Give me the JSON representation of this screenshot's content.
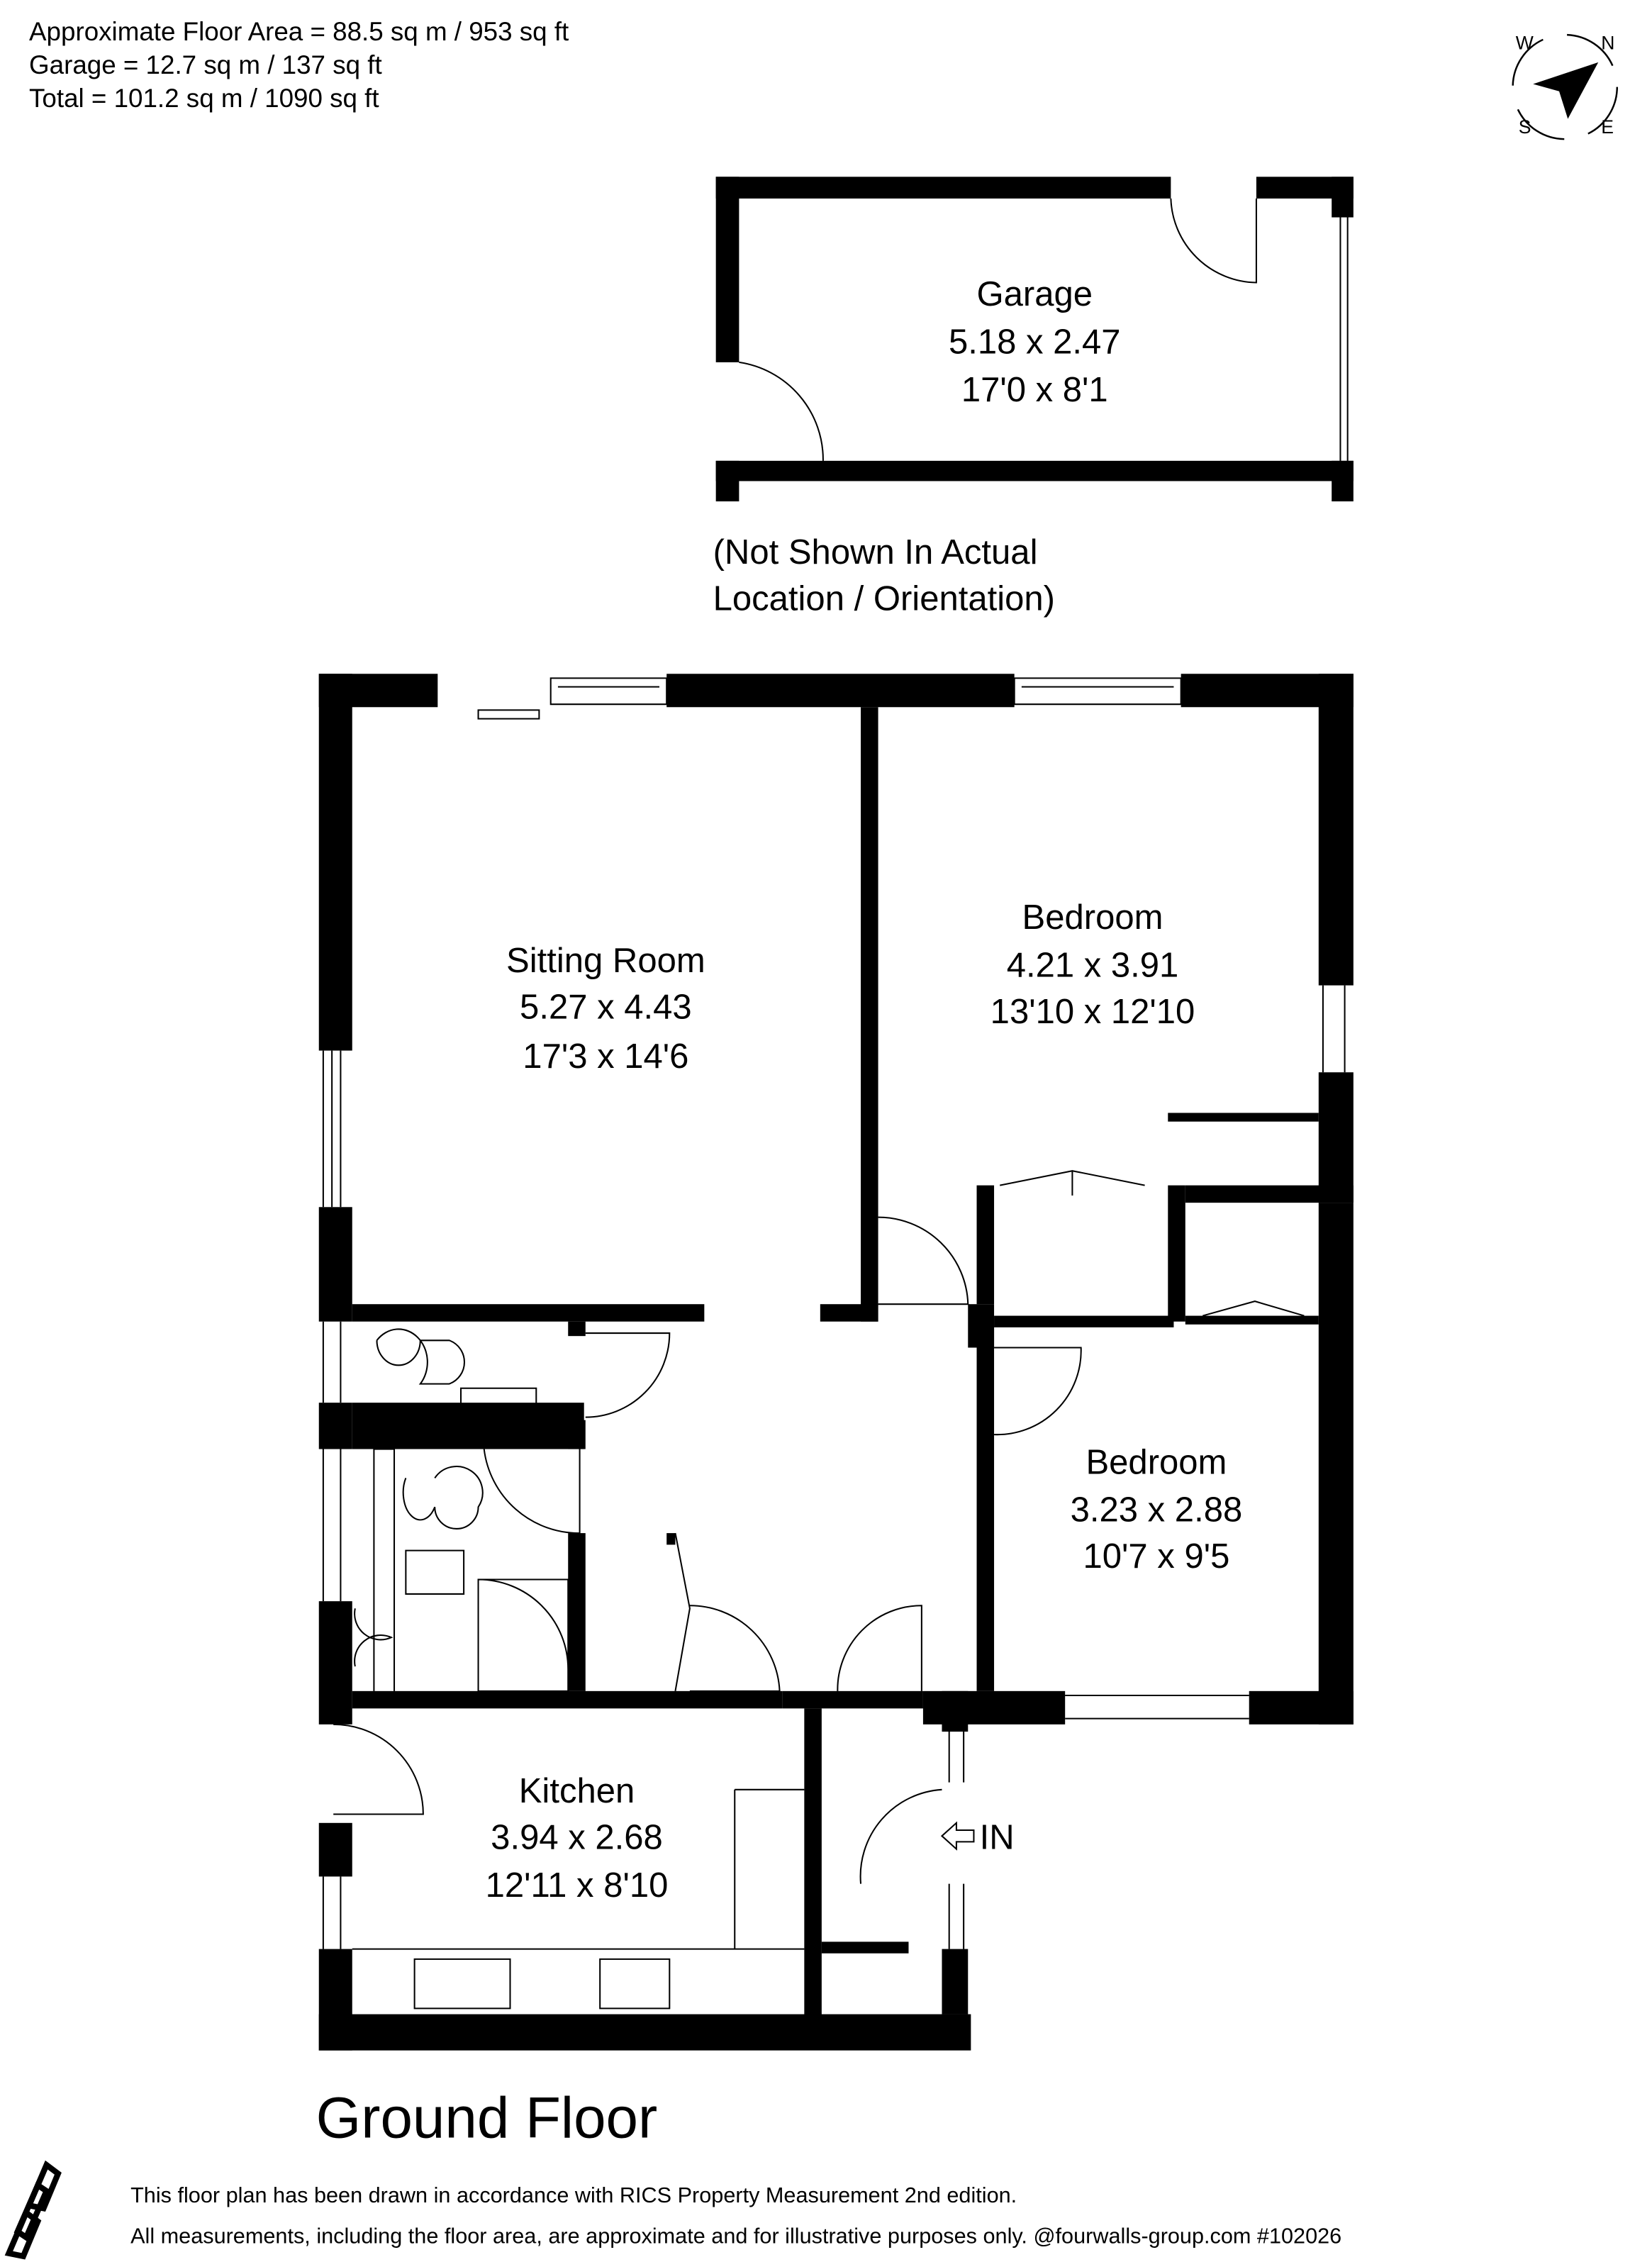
{
  "header": {
    "floor_area": "Approximate Floor Area = 88.5 sq m / 953 sq ft",
    "garage_area": "Garage = 12.7 sq m / 137 sq ft",
    "total_area": "Total = 101.2 sq m / 1090 sq ft"
  },
  "compass": {
    "n": "N",
    "e": "E",
    "s": "S",
    "w": "W"
  },
  "garage": {
    "name": "Garage",
    "metric": "5.18 x 2.47",
    "imperial": "17'0 x 8'1",
    "note_line1": "(Not Shown In Actual",
    "note_line2": "Location / Orientation)"
  },
  "rooms": [
    {
      "name": "Sitting Room",
      "metric": "5.27 x 4.43",
      "imperial": "17'3 x 14'6"
    },
    {
      "name": "Bedroom",
      "metric": "4.21 x 3.91",
      "imperial": "13'10 x 12'10"
    },
    {
      "name": "Bedroom",
      "metric": "3.23 x 2.88",
      "imperial": "10'7 x 9'5"
    },
    {
      "name": "Kitchen",
      "metric": "3.94 x 2.68",
      "imperial": "12'11 x 8'10"
    }
  ],
  "entrance_label": "IN",
  "floor_title": "Ground Floor",
  "footer": {
    "line1": "This floor plan has been drawn in accordance with RICS Property Measurement 2nd edition.",
    "line2": "All measurements, including the floor area, are approximate and for illustrative purposes only. @fourwalls-group.com #102026"
  }
}
